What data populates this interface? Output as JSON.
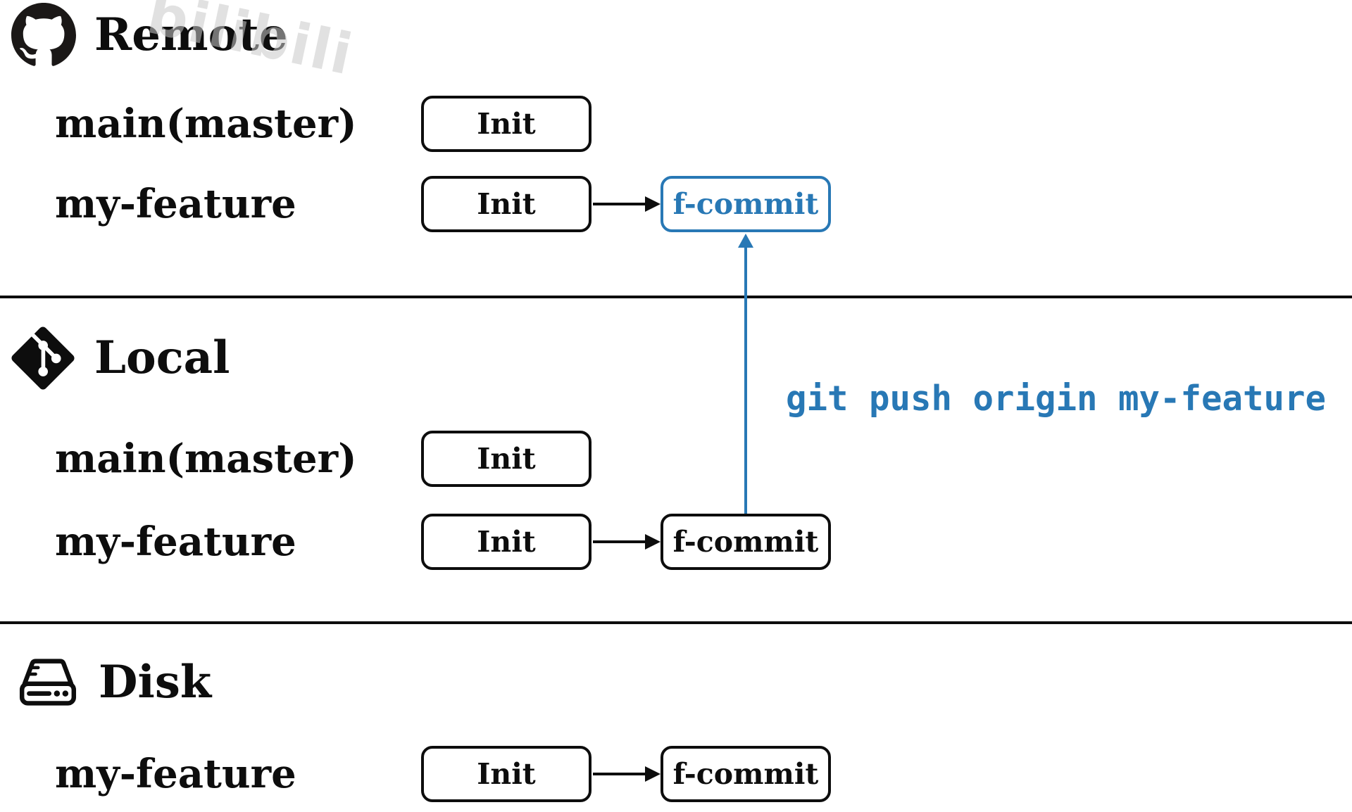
{
  "colors": {
    "accent_blue": "#2878b5",
    "ink": "#0d0d0d"
  },
  "watermark": "bilibili",
  "sections": [
    {
      "title": "Remote",
      "icon": "github-icon",
      "rows": [
        {
          "branch": "main(master)",
          "commits": [
            "Init"
          ]
        },
        {
          "branch": "my-feature",
          "commits": [
            "Init",
            "f-commit"
          ]
        }
      ]
    },
    {
      "title": "Local",
      "icon": "git-icon",
      "rows": [
        {
          "branch": "main(master)",
          "commits": [
            "Init"
          ]
        },
        {
          "branch": "my-feature",
          "commits": [
            "Init",
            "f-commit"
          ]
        }
      ]
    },
    {
      "title": "Disk",
      "icon": "hard-drive-icon",
      "rows": [
        {
          "branch": "my-feature",
          "commits": [
            "Init",
            "f-commit"
          ]
        }
      ]
    }
  ],
  "push_edge": {
    "label": "git push origin my-feature",
    "direction": "local-f-commit-to-remote-f-commit"
  }
}
